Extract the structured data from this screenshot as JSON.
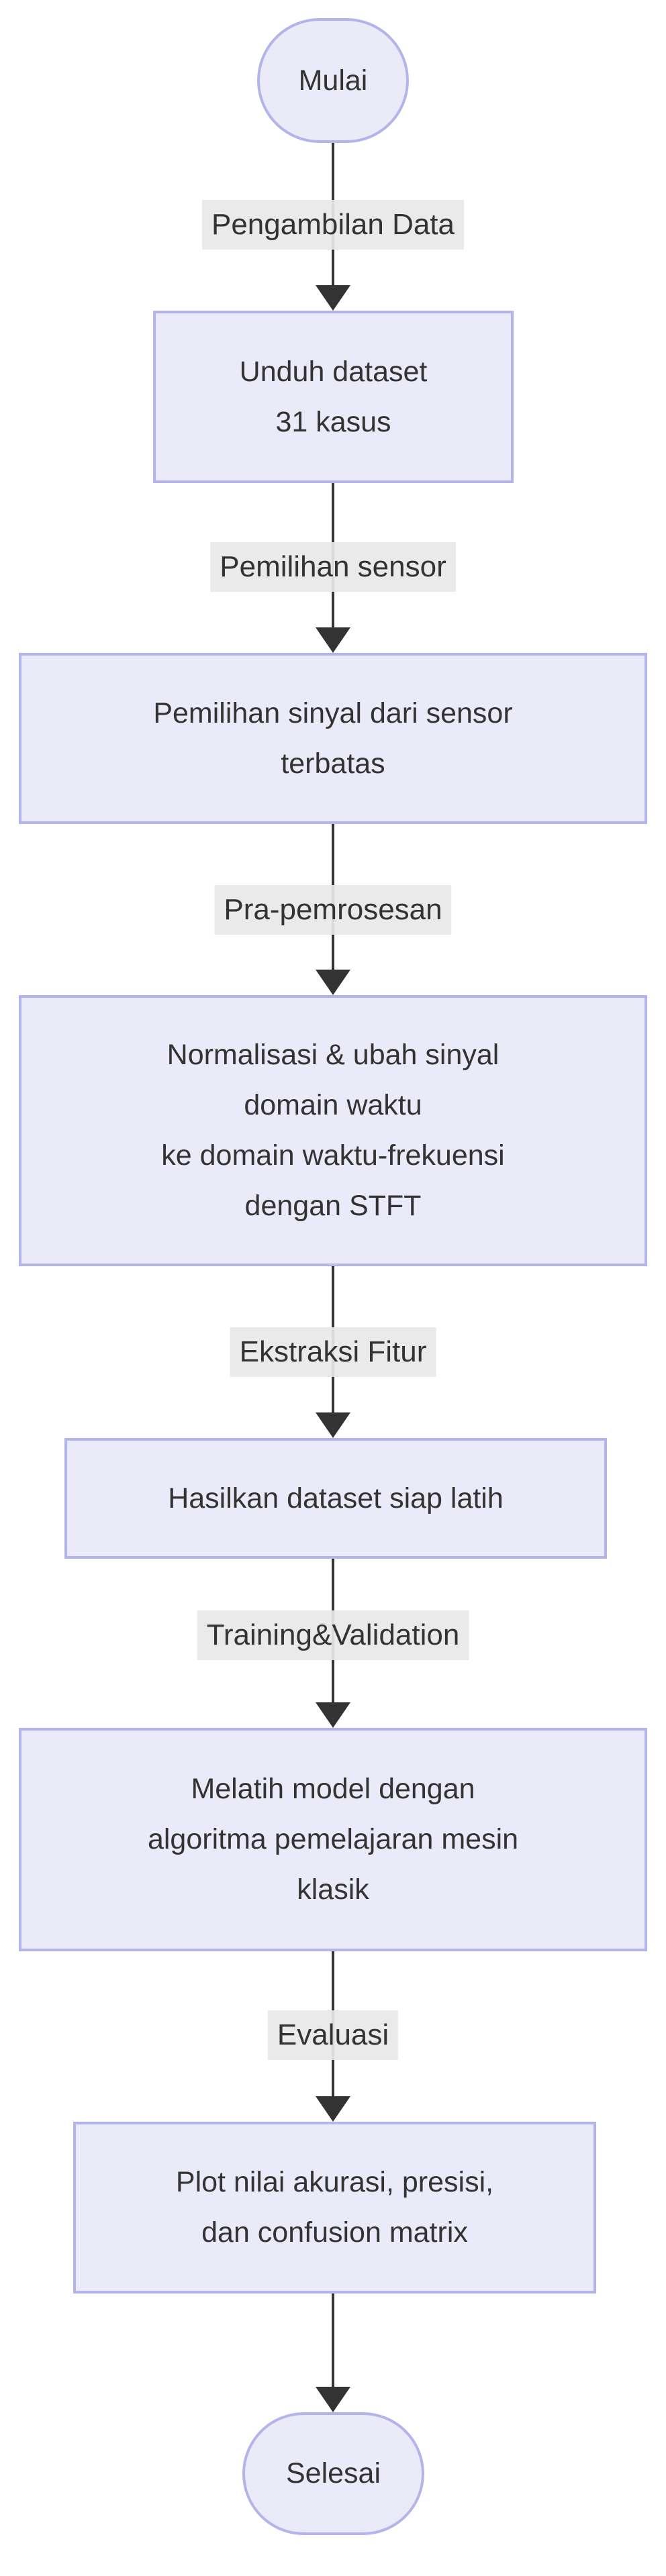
{
  "diagram": {
    "type": "flowchart",
    "direction": "top-down",
    "nodes": [
      {
        "shape": "stadium",
        "lines": [
          "Mulai"
        ]
      },
      {
        "shape": "rect",
        "lines": [
          "Unduh dataset",
          "31 kasus"
        ]
      },
      {
        "shape": "rect",
        "lines": [
          "Pemilihan sinyal dari sensor",
          "terbatas"
        ]
      },
      {
        "shape": "rect",
        "lines": [
          "Normalisasi & ubah sinyal",
          "domain waktu",
          "ke domain waktu-frekuensi",
          "dengan STFT"
        ]
      },
      {
        "shape": "rect",
        "lines": [
          "Hasilkan dataset siap latih"
        ]
      },
      {
        "shape": "rect",
        "lines": [
          "Melatih model dengan",
          "algoritma pemelajaran mesin",
          "klasik"
        ]
      },
      {
        "shape": "rect",
        "lines": [
          "Plot nilai akurasi, presisi,",
          "dan confusion matrix"
        ]
      },
      {
        "shape": "stadium",
        "lines": [
          "Selesai"
        ]
      }
    ],
    "edge_labels": [
      "Pengambilan Data",
      "Pemilihan sensor",
      "Pra-pemrosesan",
      "Ekstraksi Fitur",
      "Training&Validation",
      "Evaluasi"
    ],
    "colors": {
      "node_fill": "#eaeaf8",
      "node_border": "#b3b4ea",
      "edge_label_bg": "#e8e8e8",
      "arrow": "#333333",
      "text": "#333333"
    }
  }
}
